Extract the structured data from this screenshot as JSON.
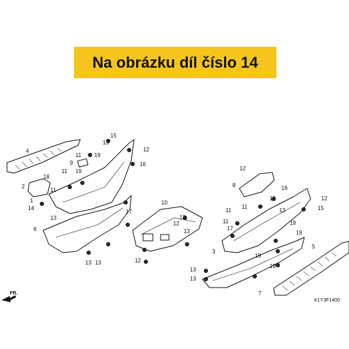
{
  "banner": {
    "text": "Na obrázku díl číslo 14"
  },
  "direction_label": "FR.",
  "diagram_code": "K1Y3F1400",
  "colors": {
    "banner": "#f5c51e",
    "line": "#111111"
  },
  "part_labels": [
    "4",
    "15",
    "13",
    "12",
    "11",
    "19",
    "16",
    "9",
    "18",
    "2",
    "11",
    "19",
    "11",
    "14",
    "1",
    "6",
    "13",
    "13",
    "13",
    "10",
    "12",
    "12",
    "17",
    "12",
    "13",
    "8",
    "12",
    "16",
    "11",
    "13",
    "15",
    "12",
    "11",
    "13",
    "11",
    "19",
    "17",
    "19",
    "3",
    "19",
    "5",
    "19",
    "13",
    "13",
    "7"
  ]
}
